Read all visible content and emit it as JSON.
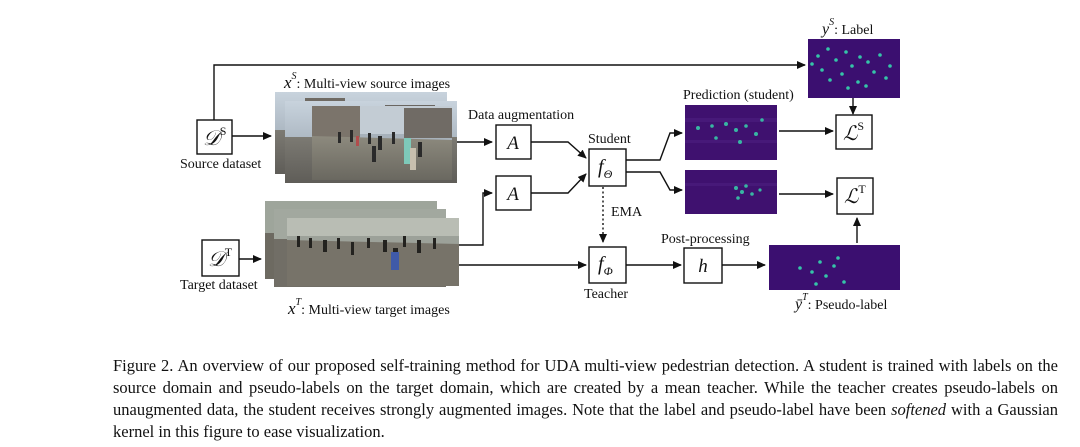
{
  "nodes": {
    "source": {
      "sym": "𝒟",
      "sup": "S",
      "label": "Source dataset"
    },
    "target": {
      "sym": "𝒟",
      "sup": "T",
      "label": "Target dataset"
    },
    "aug_top": {
      "sym": "A"
    },
    "aug_bottom": {
      "sym": "A"
    },
    "student": {
      "sym": "f",
      "sub": "Θ",
      "label": "Student"
    },
    "teacher": {
      "sym": "f",
      "sub": "Φ",
      "label": "Teacher"
    },
    "post": {
      "sym": "h",
      "label": "Post-processing"
    },
    "loss_s": {
      "sym": "ℒ",
      "sup": "S"
    },
    "loss_t": {
      "sym": "ℒ",
      "sup": "T"
    }
  },
  "labels": {
    "source_images": {
      "sym": "x",
      "sup": "S",
      "text": ": Multi-view source images"
    },
    "target_images": {
      "sym": "x",
      "sup": "T",
      "text": ": Multi-view target images"
    },
    "gt_label": {
      "sym": "y",
      "sup": "S",
      "text": ": Label"
    },
    "pseudo_label": {
      "sym": "ȳ",
      "sup": "T",
      "text": ": Pseudo-label"
    },
    "data_augmentation": "Data augmentation",
    "prediction": "Prediction (student)",
    "ema": "EMA"
  },
  "caption": {
    "p1": "Figure 2. An overview of our proposed self-training method for UDA multi-view pedestrian detection. A student is trained with labels on the source domain and pseudo-labels on the target domain, which are created by a mean teacher. While the teacher creates pseudo-labels on unaugmented data, the student receives strongly augmented images. Note that the label and pseudo-label have been ",
    "em": "softened",
    "p2": " with a Gaussian kernel in this figure to ease visualization."
  },
  "colors": {
    "heatmap_bg": "#3b0f70",
    "heatmap_dot": "#35c4a8",
    "stroke": "#111111"
  }
}
